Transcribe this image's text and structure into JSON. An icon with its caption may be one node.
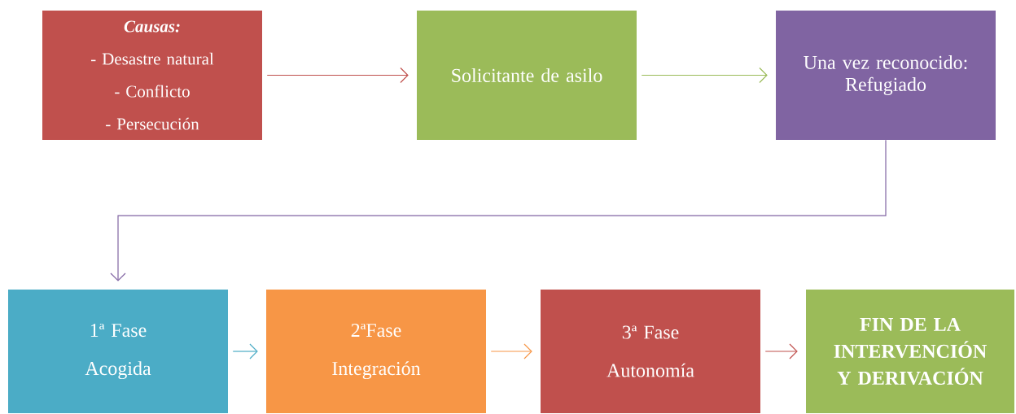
{
  "diagram": {
    "nodes": [
      {
        "text": [
          "Causas:",
          "- Desastre natural",
          "- Conflicto",
          "- Persecución"
        ]
      },
      {
        "text": [
          "Solicitante de asilo"
        ]
      },
      {
        "text": [
          "Una vez reconocido: Refugiado"
        ]
      },
      {
        "text": [
          "1ª Fase",
          "Acogida"
        ]
      },
      {
        "text": [
          "2ªFase",
          "Integración"
        ]
      },
      {
        "text": [
          "3ª Fase",
          "Autonomía"
        ]
      },
      {
        "text": [
          "FIN DE LA INTERVENCIÓN Y DERIVACIÓN"
        ]
      }
    ],
    "edges": [
      {
        "from": 0,
        "to": 1,
        "arrow": "to",
        "color": "#c0504d"
      },
      {
        "from": 1,
        "to": 2,
        "arrow": "to",
        "color": "#9bbb59"
      },
      {
        "from": 2,
        "to": 3,
        "arrow": "to",
        "color": "#8064a2"
      },
      {
        "from": 3,
        "to": 4,
        "arrow": "to",
        "color": "#4bacc6"
      },
      {
        "from": 4,
        "to": 5,
        "arrow": "to",
        "color": "#f79646"
      },
      {
        "from": 5,
        "to": 6,
        "arrow": "to",
        "color": "#c0504d"
      }
    ]
  }
}
